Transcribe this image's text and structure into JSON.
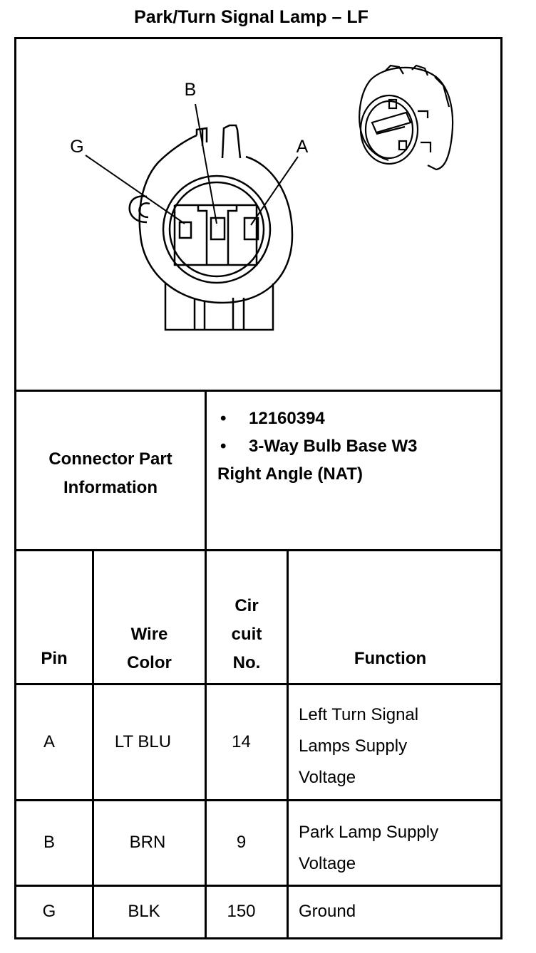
{
  "title": "Park/Turn Signal Lamp – LF",
  "diagram": {
    "pin_labels": {
      "b": "B",
      "g": "G",
      "a": "A"
    },
    "icons": [
      "connector-face-icon",
      "connector-3d-view-icon"
    ]
  },
  "connector_info": {
    "label_line1": "Connector Part",
    "label_line2": "Information",
    "items": [
      "12160394",
      "3-Way Bulb Base W3"
    ],
    "continuation": "Right Angle (NAT)"
  },
  "table": {
    "headers": {
      "pin": "Pin",
      "wire_line1": "Wire",
      "wire_line2": "Color",
      "circuit_line1": "Cir",
      "circuit_line2": "cuit",
      "circuit_line3": "No.",
      "function": "Function"
    },
    "rows": [
      {
        "pin": "A",
        "color": "LT BLU",
        "circuit": "14",
        "function_lines": [
          "Left Turn Signal",
          "Lamps Supply",
          "Voltage"
        ]
      },
      {
        "pin": "B",
        "color": "BRN",
        "circuit": "9",
        "function_lines": [
          "Park Lamp Supply",
          "Voltage"
        ]
      },
      {
        "pin": "G",
        "color": "BLK",
        "circuit": "150",
        "function_lines": [
          "Ground"
        ]
      }
    ]
  }
}
